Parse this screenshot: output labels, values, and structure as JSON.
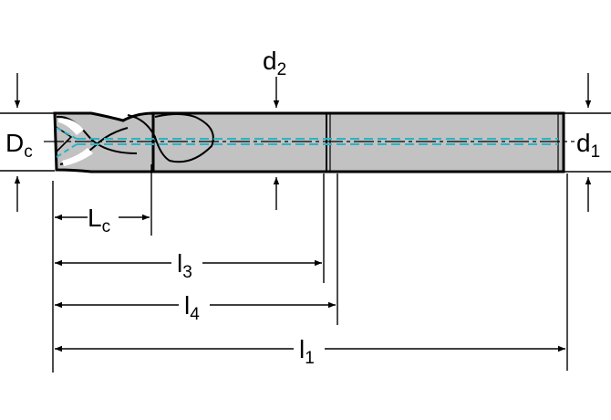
{
  "labels": {
    "Dc": {
      "main": "D",
      "sub": "c"
    },
    "d1": {
      "main": "d",
      "sub": "1"
    },
    "d2": {
      "main": "d",
      "sub": "2"
    },
    "Lc": {
      "main": "L",
      "sub": "c"
    },
    "l3": {
      "main": "l",
      "sub": "3"
    },
    "l4": {
      "main": "l",
      "sub": "4"
    },
    "l1": {
      "main": "l",
      "sub": "1"
    }
  },
  "colors": {
    "body": "#c2c2c2",
    "outline": "#000000",
    "coolant": "#28b4c8",
    "background": "#ffffff"
  }
}
